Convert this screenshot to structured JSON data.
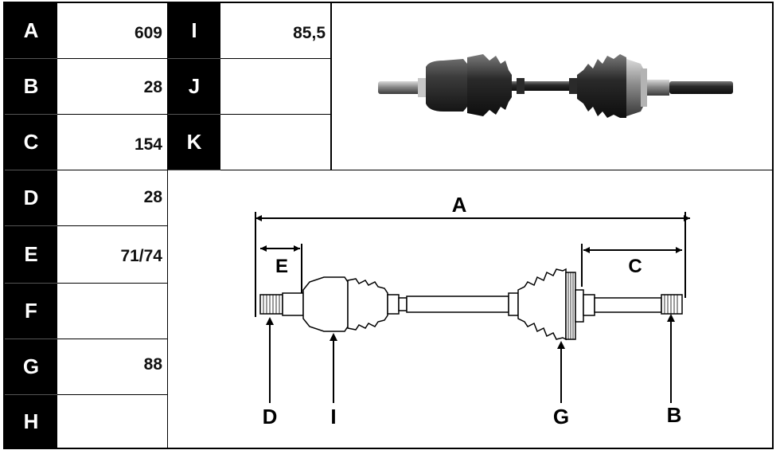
{
  "specs_left": [
    {
      "key": "A",
      "value": "609"
    },
    {
      "key": "B",
      "value": "28"
    },
    {
      "key": "C",
      "value": "154"
    },
    {
      "key": "D",
      "value": "28"
    },
    {
      "key": "E",
      "value": "71/74"
    },
    {
      "key": "F",
      "value": ""
    },
    {
      "key": "G",
      "value": "88"
    },
    {
      "key": "H",
      "value": ""
    }
  ],
  "specs_right": [
    {
      "key": "I",
      "value": "85,5"
    },
    {
      "key": "J",
      "value": ""
    },
    {
      "key": "K",
      "value": ""
    }
  ],
  "diagram_labels": {
    "A": "A",
    "B": "B",
    "C": "C",
    "D": "D",
    "E": "E",
    "G": "G",
    "I": "I"
  }
}
